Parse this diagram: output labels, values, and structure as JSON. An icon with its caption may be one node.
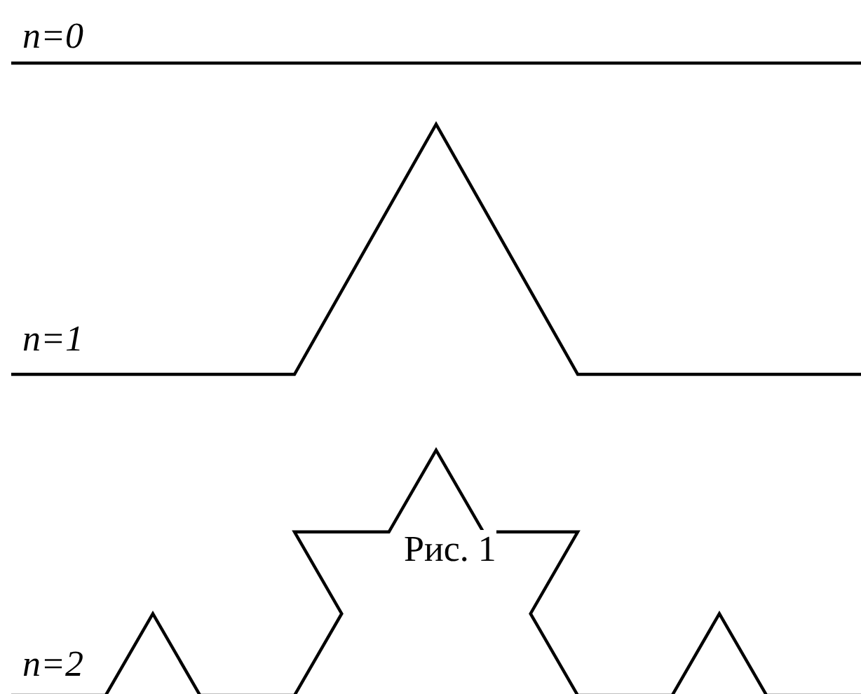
{
  "diagram": {
    "labels": [
      "n=0",
      "n=1",
      "n=2",
      "Рис. 1"
    ]
  }
}
